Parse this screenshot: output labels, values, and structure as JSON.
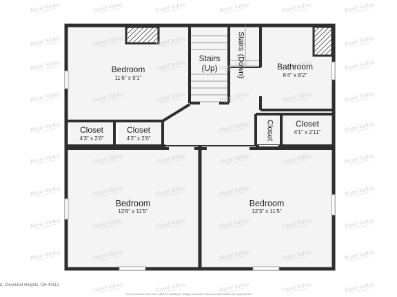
{
  "watermark": {
    "text": "Hazel Valley",
    "subtext": "PHOTOGRAPHY"
  },
  "rooms": {
    "bedroom_top_left": {
      "name": "Bedroom",
      "dim": "11'6\" x 9'1\""
    },
    "stairs_up": {
      "name": "Stairs",
      "name2": "(Up)"
    },
    "stairs_down": {
      "name": "Stairs",
      "name2": "(Down)"
    },
    "bathroom": {
      "name": "Bathroom",
      "dim": "6'4\" x 8'2\""
    },
    "closet_left": {
      "name": "Closet",
      "dim": "4'3\" x 2'0\""
    },
    "closet_mid": {
      "name": "Closet",
      "dim": "4'2\" x 2'0\""
    },
    "closet_vertical": {
      "name": "Closet"
    },
    "closet_right": {
      "name": "Closet",
      "dim": "4'1\" x 2'11\""
    },
    "bedroom_bottom_left": {
      "name": "Bedroom",
      "dim": "12'6\" x 11'5\""
    },
    "bedroom_bottom_right": {
      "name": "Bedroom",
      "dim": "12'3\" x 11'5\""
    }
  },
  "footer": {
    "address": "d, Cleveland Heights, OH 44112",
    "disclaimer": "Floor plans/tour cannot be used for building or design purposes. Sizes and dimensions are approximate."
  }
}
